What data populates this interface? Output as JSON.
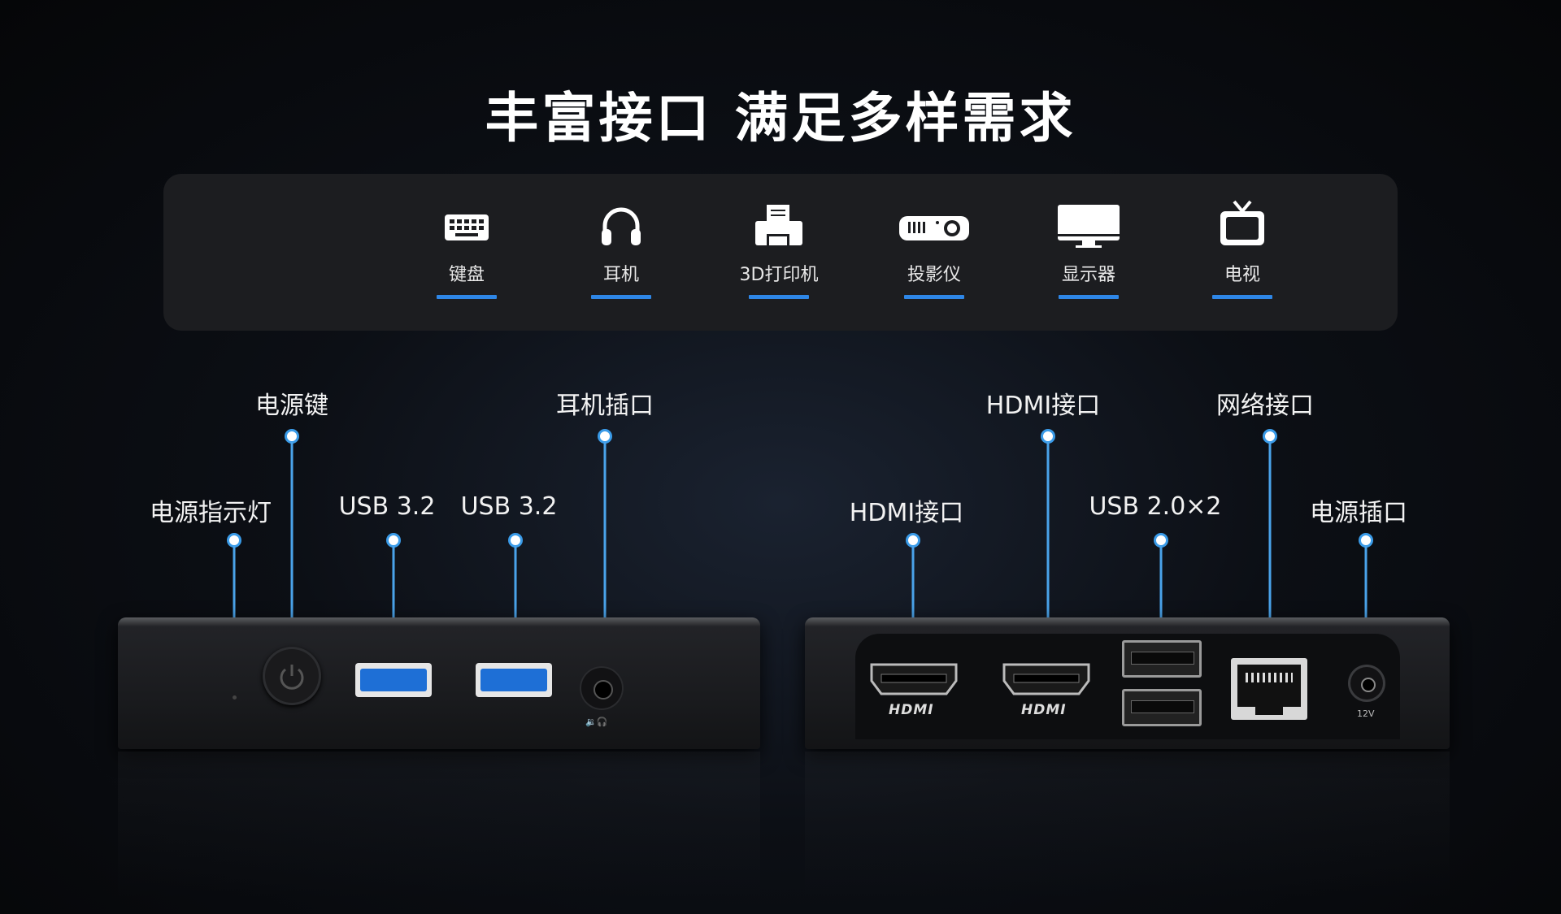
{
  "title": "丰富接口 满足多样需求",
  "devices": [
    {
      "label": "键盘",
      "icon": "keyboard-icon"
    },
    {
      "label": "耳机",
      "icon": "headphones-icon"
    },
    {
      "label": "3D打印机",
      "icon": "printer-icon"
    },
    {
      "label": "投影仪",
      "icon": "projector-icon"
    },
    {
      "label": "显示器",
      "icon": "monitor-icon"
    },
    {
      "label": "电视",
      "icon": "tv-icon"
    }
  ],
  "front_ports": {
    "power_led": "电源指示灯",
    "power_button": "电源键",
    "usb_a": "USB 3.2",
    "usb_b": "USB 3.2",
    "audio_jack": "耳机插口"
  },
  "rear_ports": {
    "hdmi_a": "HDMI接口",
    "hdmi_b": "HDMI接口",
    "usb2": "USB 2.0×2",
    "lan": "网络接口",
    "dc_in": "电源插口"
  },
  "port_marks": {
    "hdmi_logo": "HDMI",
    "dc_rating": "12V"
  },
  "colors": {
    "accent": "#2e86e6",
    "callout_line": "#4aa3ea",
    "panel": "#1c1d20"
  }
}
